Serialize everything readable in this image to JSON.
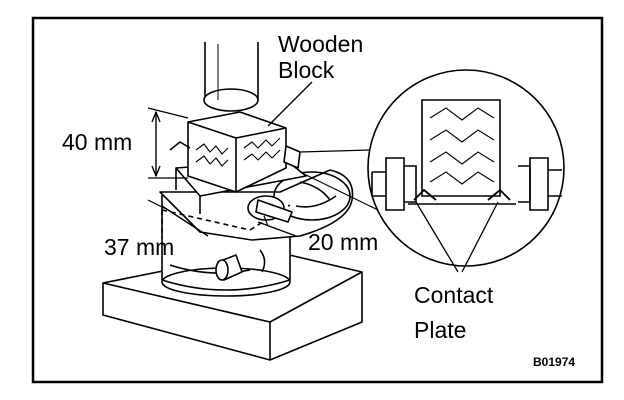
{
  "diagram": {
    "labels": {
      "wooden_block_line1": "Wooden",
      "wooden_block_line2": "Block",
      "height_40": "40 mm",
      "width_37": "37 mm",
      "width_20": "20 mm",
      "contact_plate_line1": "Contact",
      "contact_plate_line2": "Plate",
      "figure_code": "B01974"
    },
    "colors": {
      "ink": "#000000",
      "paper": "#ffffff"
    }
  }
}
